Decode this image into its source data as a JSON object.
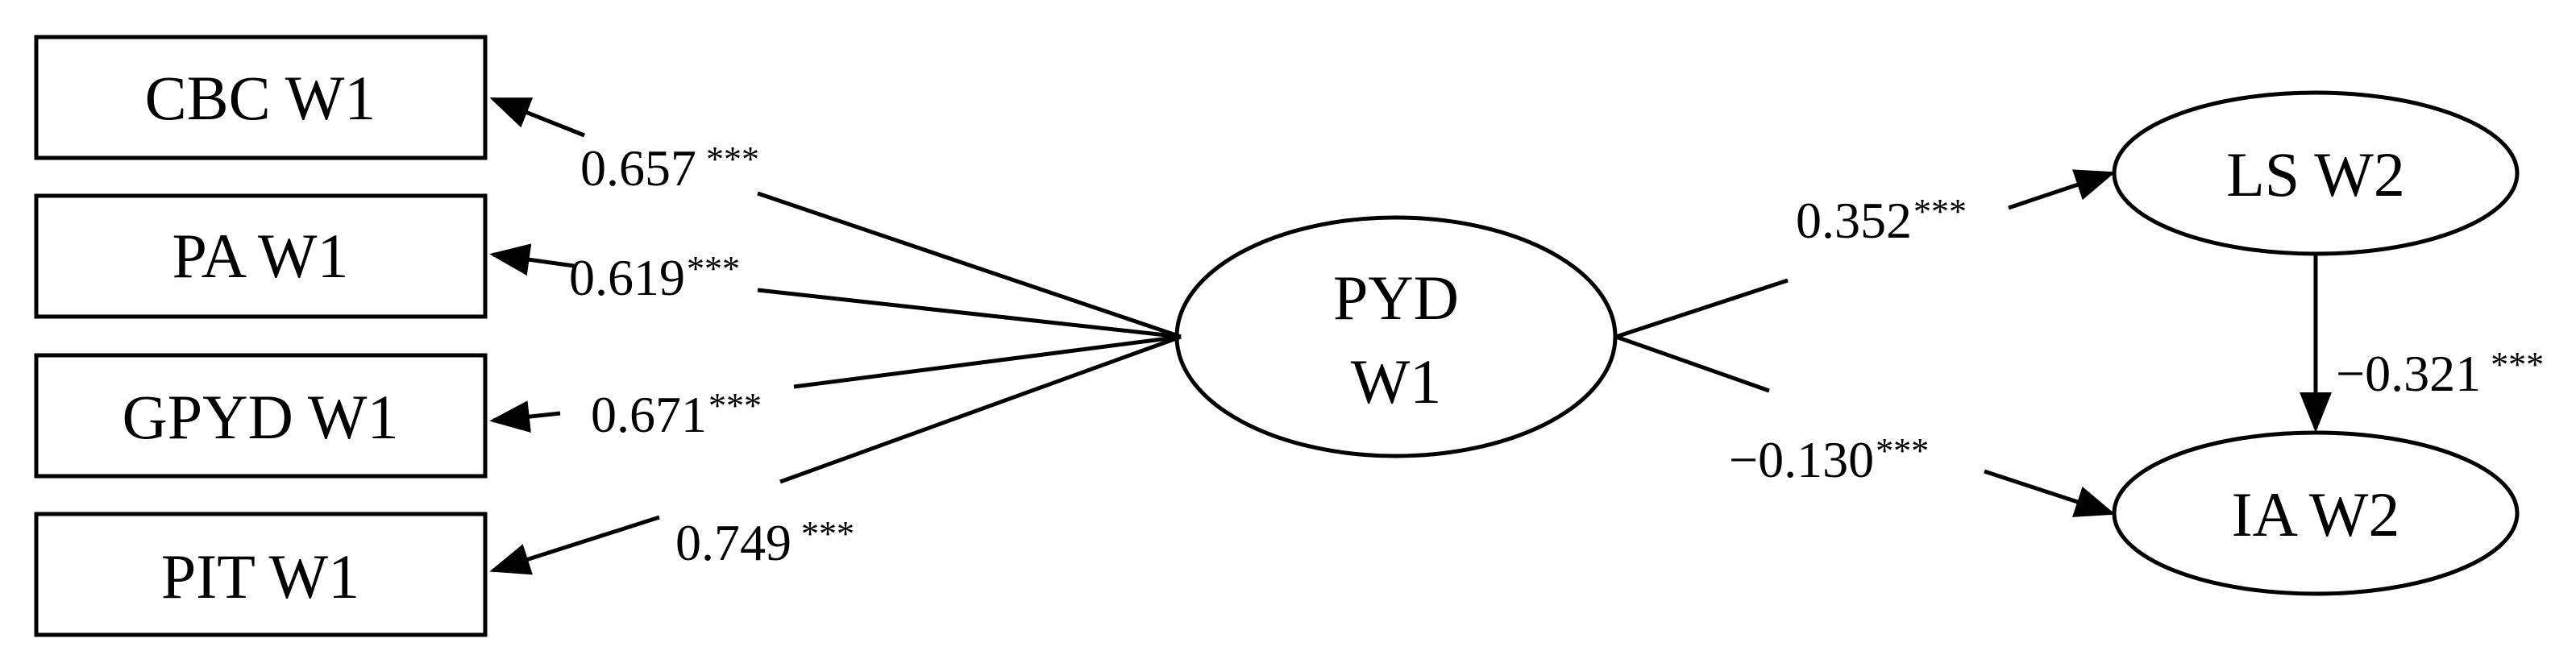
{
  "nodes": {
    "cbc": "CBC W1",
    "pa": "PA W1",
    "gpyd": "GPYD W1",
    "pit": "PIT W1",
    "pyd_line1": "PYD",
    "pyd_line2": "W1",
    "ls": "LS W2",
    "ia": "IA W2"
  },
  "paths": {
    "cbc": {
      "coef": "0.657",
      "sig": "***"
    },
    "pa": {
      "coef": "0.619",
      "sig": "***"
    },
    "gpyd": {
      "coef": "0.671",
      "sig": "***"
    },
    "pit": {
      "coef": "0.749",
      "sig": "***"
    },
    "ls": {
      "coef": "0.352",
      "sig": "***"
    },
    "ia": {
      "coef": "−0.130",
      "sig": "***"
    },
    "ls_ia": {
      "coef": "−0.321",
      "sig": "***"
    }
  }
}
